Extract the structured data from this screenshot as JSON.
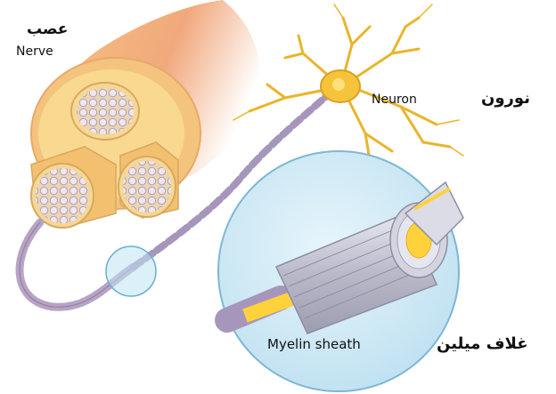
{
  "labels": {
    "nerve_ar": "عصب",
    "nerve_en": "Nerve",
    "neuron_en": "Neuron",
    "neuron_ar": "نورون",
    "myelin_en": "Myelin sheath",
    "myelin_ar": "غلاف ميلين"
  },
  "colors": {
    "nerve_sheath": "#f2b27a",
    "nerve_inner": "#f7c06a",
    "fascicle": "#f3e2c6",
    "fiber": "#c9b8d4",
    "neuron": "#f5c43a",
    "axon": "#ffcf2e",
    "myelin": "#c8c8d6",
    "magnifier": "#bfe3f3",
    "magnifier_border": "#6aaed1"
  }
}
